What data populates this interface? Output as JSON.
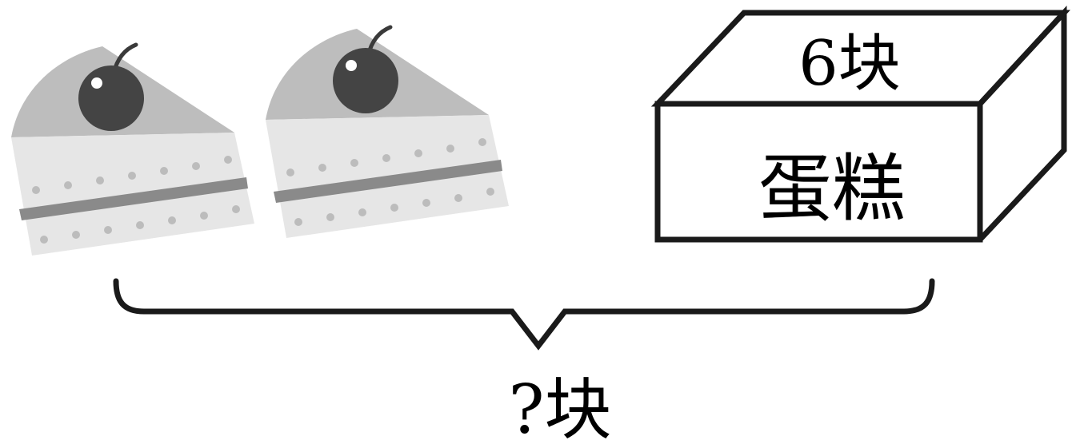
{
  "box": {
    "top_label": "6块",
    "front_label": "蛋糕"
  },
  "brace": {
    "label": "?块"
  },
  "cakes": [
    {
      "name": "cake-slice-1"
    },
    {
      "name": "cake-slice-2"
    }
  ],
  "colors": {
    "cake_top": "#bdbdbd",
    "cake_body": "#e6e6e6",
    "cake_stripe": "#8a8a8a",
    "cake_dots": "#bcbcbc",
    "cherry": "#444444",
    "stem": "#3a3a3a",
    "line": "#1a1a1a"
  }
}
